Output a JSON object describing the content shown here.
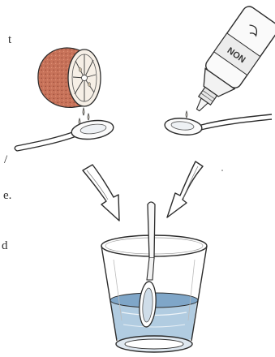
{
  "margin_text": [
    "t",
    "/",
    "e.",
    "d"
  ],
  "bottle_label": "NON",
  "colors": {
    "ink": "#2c2c2c",
    "lemon_peel": "#c8735a",
    "lemon_peel_dark": "#9d4f3c",
    "lemon_flesh": "#f6efe6",
    "water": "#7fa6c8",
    "water_light": "#a9c6de"
  }
}
